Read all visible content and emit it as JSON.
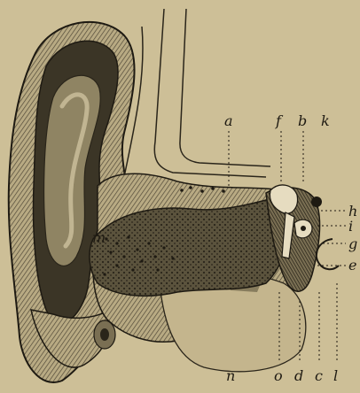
{
  "figure": {
    "labels": {
      "a": "a",
      "b": "b",
      "c": "c",
      "d": "d",
      "e": "e",
      "f": "f",
      "g": "g",
      "h": "h",
      "i": "i",
      "k": "k",
      "l": "l",
      "m": "m",
      "n": "n",
      "o": "o"
    },
    "colors": {
      "paper": "#cdbf97",
      "ink": "#1e1a12",
      "shade": "#6e6448",
      "dark": "#2a251a",
      "cavity": "#8f8463"
    }
  }
}
